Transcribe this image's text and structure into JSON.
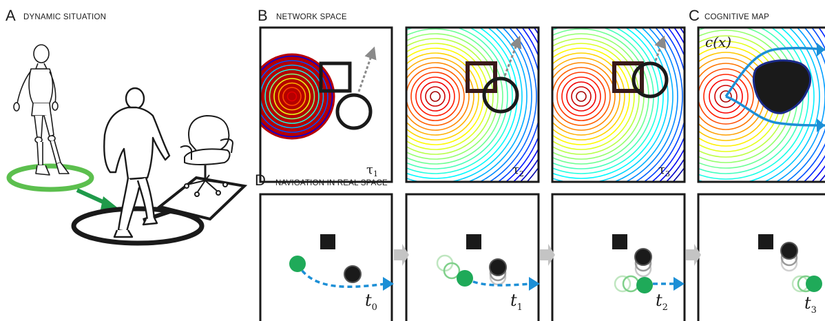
{
  "panels": {
    "a": {
      "letter": "A",
      "title": "DYNAMIC SITUATION"
    },
    "b": {
      "letter": "B",
      "title": "NETWORK SPACE"
    },
    "c": {
      "letter": "C",
      "title": "COGNITIVE MAP"
    },
    "d": {
      "letter": "D",
      "title": "NAVIGATION IN REAL SPACE"
    }
  },
  "network_space": {
    "frames": [
      {
        "tau": "τ",
        "sub": "1"
      },
      {
        "tau": "τ",
        "sub": "2"
      },
      {
        "tau": "τ",
        "sub": "3"
      }
    ]
  },
  "cognitive_map": {
    "label": "c(x)"
  },
  "navigation": {
    "frames": [
      {
        "t": "t",
        "sub": "0"
      },
      {
        "t": "t",
        "sub": "1"
      },
      {
        "t": "t",
        "sub": "2"
      },
      {
        "t": "t",
        "sub": "3"
      }
    ]
  },
  "colors": {
    "green_agent": "#1faa59",
    "green_ring": "#5cbf4e",
    "blue_arrow": "#1c8fd6",
    "black_agent": "#1a1a1a",
    "gray_arrow": "#bbbbbb"
  }
}
